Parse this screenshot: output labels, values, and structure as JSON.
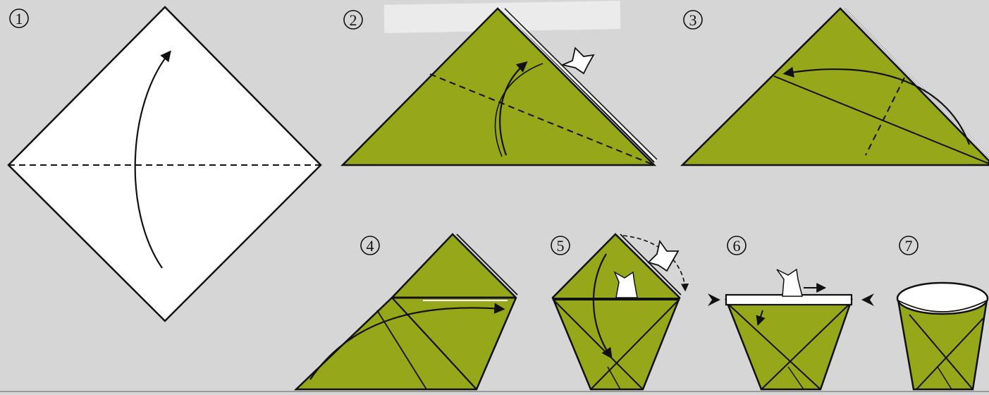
{
  "steps": [
    {
      "number": "1"
    },
    {
      "number": "2"
    },
    {
      "number": "3"
    },
    {
      "number": "4"
    },
    {
      "number": "5"
    },
    {
      "number": "6"
    },
    {
      "number": "7"
    }
  ],
  "colors": {
    "background": "#d6d6d6",
    "paper_front": "#ffffff",
    "paper_back": "#96a81a",
    "ink": "#111111",
    "tape": "#efefef"
  }
}
